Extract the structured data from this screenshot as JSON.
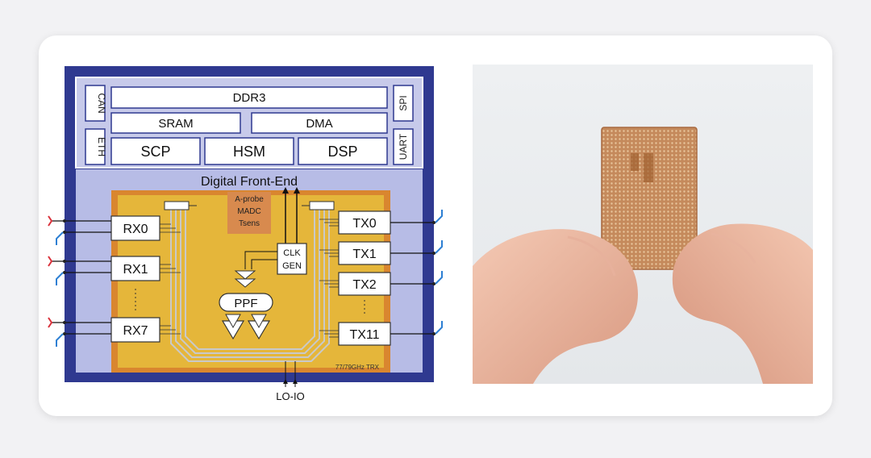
{
  "diagram": {
    "side_left": [
      "CAN",
      "ETH"
    ],
    "side_right": [
      "SPI",
      "UART"
    ],
    "ddr3": "DDR3",
    "sram": "SRAM",
    "dma": "DMA",
    "scp": "SCP",
    "hsm": "HSM",
    "dsp": "DSP",
    "dfe": "Digital Front-End",
    "aprobe_lines": [
      "A-probe",
      "MADC",
      "Tsens"
    ],
    "clk_lines": [
      "CLK",
      "GEN"
    ],
    "ppf": "PPF",
    "rx": [
      "RX0",
      "RX1",
      "RX7"
    ],
    "tx": [
      "TX0",
      "TX1",
      "TX2",
      "TX11"
    ],
    "trx_label": "77/79GHz TRX",
    "lo_io": "LO-IO"
  },
  "colors": {
    "outer_blue": "#2f3990",
    "digital_bg": "#c7caea",
    "light_blue": "#b7bce6",
    "orange": "#d9862f",
    "yellow": "#e5b63a",
    "box_orange": "#d88a4e"
  }
}
